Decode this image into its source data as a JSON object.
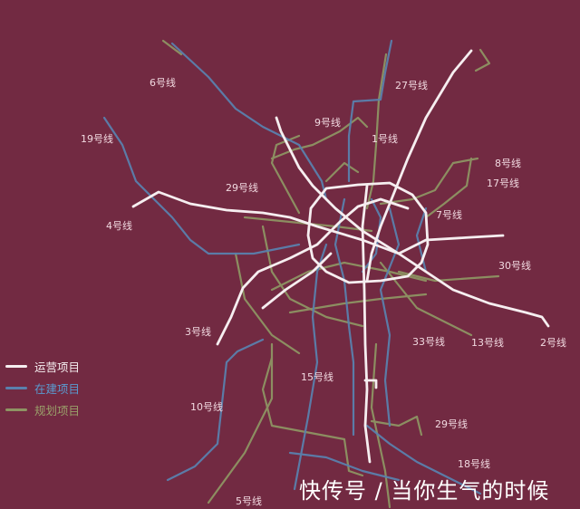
{
  "colors": {
    "background": "#722a42",
    "operating": "#f6eef0",
    "under_construction": "#5a80ad",
    "planned": "#8e9463"
  },
  "legend": [
    {
      "label": "运营项目",
      "color": "#f6eef0"
    },
    {
      "label": "在建项目",
      "color": "#5a80ad"
    },
    {
      "label": "规划项目",
      "color": "#8e9463"
    }
  ],
  "line_labels": {
    "l6": "6号线",
    "l27": "27号线",
    "l9": "9号线",
    "l1": "1号线",
    "l19": "19号线",
    "l8": "8号线",
    "l17": "17号线",
    "l29n": "29号线",
    "l7": "7号线",
    "l4": "4号线",
    "l30": "30号线",
    "l3": "3号线",
    "l33": "33号线",
    "l13": "13号线",
    "l2": "2号线",
    "l15": "15号线",
    "l10": "10号线",
    "l29s": "29号线",
    "l18": "18号线",
    "l5": "5号线"
  },
  "watermark": "快传号 / 当你生气的时候"
}
